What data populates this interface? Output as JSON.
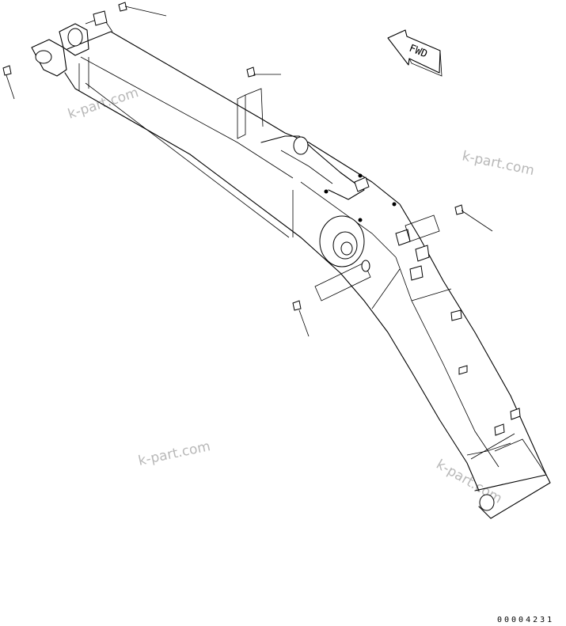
{
  "diagram": {
    "direction_label": "FWD",
    "watermarks": [
      "k-part.com",
      "k-part.com",
      "k-part.com",
      "k-part.com"
    ],
    "drawing_code": "00004231"
  }
}
